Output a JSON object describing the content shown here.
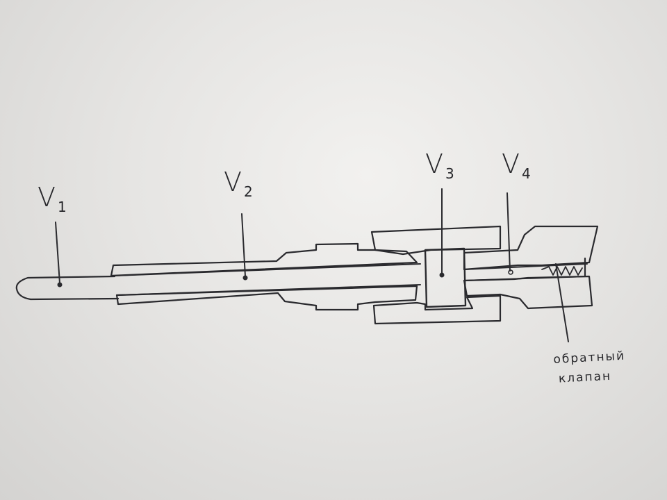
{
  "labels": [
    {
      "base": "V",
      "sub": "1"
    },
    {
      "base": "V",
      "sub": "2"
    },
    {
      "base": "V",
      "sub": "3"
    },
    {
      "base": "V",
      "sub": "4"
    }
  ],
  "valve_note": {
    "line1": "обратный",
    "line2": "клапан"
  }
}
